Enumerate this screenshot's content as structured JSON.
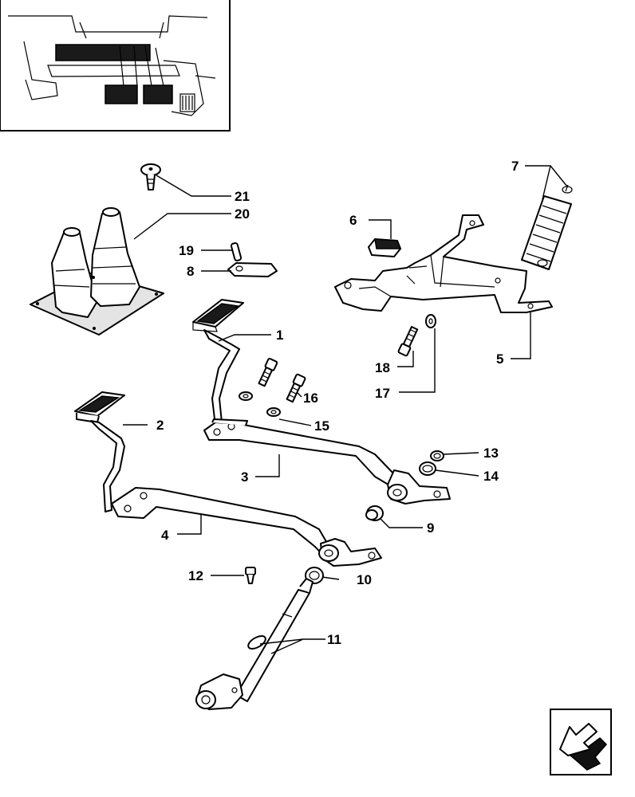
{
  "callouts": [
    {
      "id": "c1",
      "text": "1"
    },
    {
      "id": "c2",
      "text": "2"
    },
    {
      "id": "c3",
      "text": "3"
    },
    {
      "id": "c4",
      "text": "4"
    },
    {
      "id": "c5",
      "text": "5"
    },
    {
      "id": "c6",
      "text": "6"
    },
    {
      "id": "c7",
      "text": "7"
    },
    {
      "id": "c8",
      "text": "8"
    },
    {
      "id": "c9",
      "text": "9"
    },
    {
      "id": "c10",
      "text": "10"
    },
    {
      "id": "c11",
      "text": "11"
    },
    {
      "id": "c12",
      "text": "12"
    },
    {
      "id": "c13",
      "text": "13"
    },
    {
      "id": "c14",
      "text": "14"
    },
    {
      "id": "c15",
      "text": "15"
    },
    {
      "id": "c16",
      "text": "16"
    },
    {
      "id": "c17",
      "text": "17"
    },
    {
      "id": "c18",
      "text": "18"
    },
    {
      "id": "c19",
      "text": "19"
    },
    {
      "id": "c20",
      "text": "20"
    },
    {
      "id": "c21",
      "text": "21"
    }
  ],
  "nav_icon": "return-arrow-icon"
}
